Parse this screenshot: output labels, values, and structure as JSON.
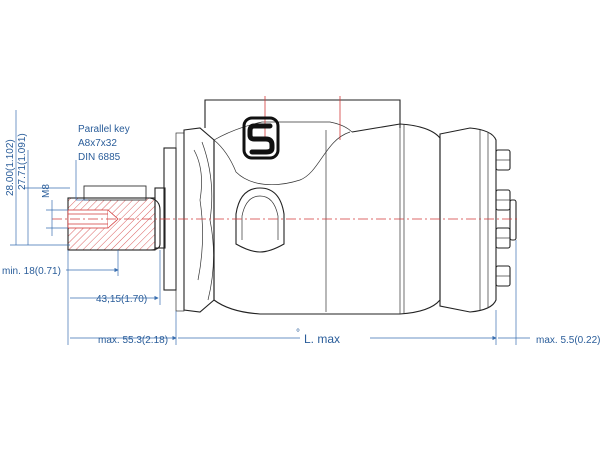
{
  "labels": {
    "parallel_key_line1": "Parallel key",
    "parallel_key_line2": "A8x7x32",
    "parallel_key_line3": "DIN 6885",
    "dim_28": "28.00(1.102)",
    "dim_27": "27.71(1.091)",
    "thread": "M8",
    "min18": "min. 18(0.71)",
    "dim_43": "43,15(1.70)",
    "max55": "max. 55.3(2.18)",
    "lmax": "L. max",
    "lmax_mark": "°",
    "max5": "max. 5.5(0.22)"
  },
  "colors": {
    "outline": "#222222",
    "dimension": "#3a6fb0",
    "centerline": "#d23a3a",
    "logo": "#111111"
  },
  "logo": {
    "icon": "stylized-s-logo"
  }
}
